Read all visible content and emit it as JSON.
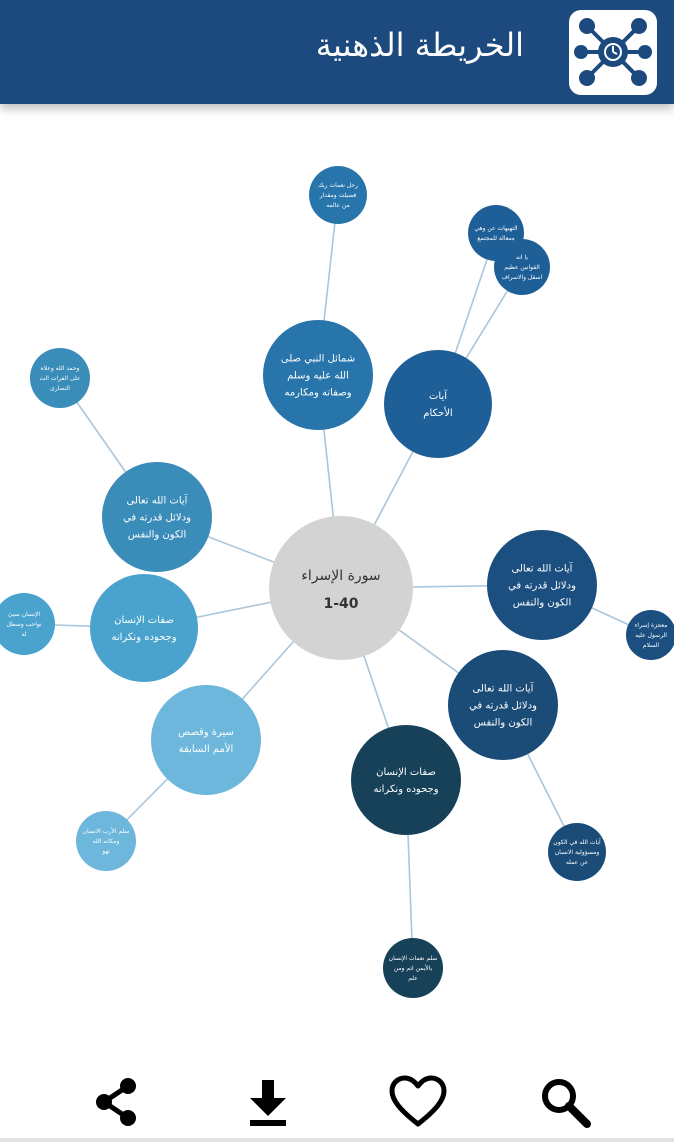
{
  "app_bar": {
    "title": "الخريطة الذهنية",
    "logo_icon": "mind-map-logo-icon",
    "background": "#1d4a7e"
  },
  "mind_map": {
    "center": {
      "line1": "سورة الإسراء",
      "line2": "1-40"
    },
    "nodes": [
      {
        "id": "n1",
        "lines": [
          "شمائل النبي صلى",
          "الله عليه وسلم",
          "وصفاته ومكارمه"
        ],
        "color": "#2775ab",
        "children": [
          {
            "id": "n1a",
            "lines": [
              "رحل نعمات ربك",
              "فضيلت ومقدار",
              "من عالمه"
            ],
            "color": "#2775ab"
          }
        ]
      },
      {
        "id": "n2",
        "lines": [
          "آيات",
          "الأحكام"
        ],
        "color": "#1f5f97",
        "children": [
          {
            "id": "n2a",
            "lines": [
              "التهيهات عن وهي",
              "ومعالة للمجتمع"
            ],
            "color": "#1f5f97"
          },
          {
            "id": "n2b",
            "lines": [
              "يا انه",
              "القوانين عظيم",
              "اسقل والاسراف"
            ],
            "color": "#1f5f97"
          }
        ]
      },
      {
        "id": "n3",
        "lines": [
          "آيات الله تعالى",
          "ودلائل قدرته في",
          "الكون والنفس"
        ],
        "color": "#3a8cb9",
        "children": [
          {
            "id": "n3a",
            "lines": [
              "وحمد الله وعلاه",
              "على الفرات الت",
              "النصارى"
            ],
            "color": "#3a8cb9"
          }
        ]
      },
      {
        "id": "n4",
        "lines": [
          "صفات الإنسان",
          "وجحوده ونكرانه"
        ],
        "color": "#4aa3cd",
        "children": [
          {
            "id": "n4a",
            "lines": [
              "الإنسان سيئ",
              "نواحب وسطل",
              "له"
            ],
            "color": "#4aa3cd"
          }
        ]
      },
      {
        "id": "n5",
        "lines": [
          "سيرة وقصص",
          "الأمم السابقة"
        ],
        "color": "#6cb7db",
        "children": [
          {
            "id": "n5a",
            "lines": [
              "سلم الأرب الانسان",
              "ومكانه الله",
              "ثهو"
            ],
            "color": "#6cb7db"
          }
        ]
      },
      {
        "id": "n6",
        "lines": [
          "آيات الله تعالى",
          "ودلائل قدرته في",
          "الكون والنفس"
        ],
        "color": "#1a4f80",
        "children": [
          {
            "id": "n6a",
            "lines": [
              "معجزة إسراء",
              "الرسول عليه",
              "السلام"
            ],
            "color": "#1a4f80"
          }
        ]
      },
      {
        "id": "n7",
        "lines": [
          "آيات الله تعالى",
          "ودلائل قدرته في",
          "الكون والنفس"
        ],
        "color": "#1b4c78",
        "children": [
          {
            "id": "n7a",
            "lines": [
              "آيات الله في الكون",
              "ومسؤولية الانسان",
              "عن عمله"
            ],
            "color": "#1b4c78"
          }
        ]
      },
      {
        "id": "n8",
        "lines": [
          "صفات الإنسان",
          "وجحوده ونكرانه"
        ],
        "color": "#174159",
        "children": [
          {
            "id": "n8a",
            "lines": [
              "سلم نعمات الإنسان",
              "بالأيمن اتم ومن",
              "علم"
            ],
            "color": "#174159"
          }
        ]
      }
    ],
    "line_color": "#a9c6dc",
    "center_color": "#d3d3d3"
  },
  "bottom_bar": {
    "buttons": [
      {
        "name": "share-button",
        "icon": "share-icon"
      },
      {
        "name": "download-button",
        "icon": "download-icon"
      },
      {
        "name": "favorite-button",
        "icon": "heart-icon"
      },
      {
        "name": "search-button",
        "icon": "search-icon"
      }
    ]
  }
}
